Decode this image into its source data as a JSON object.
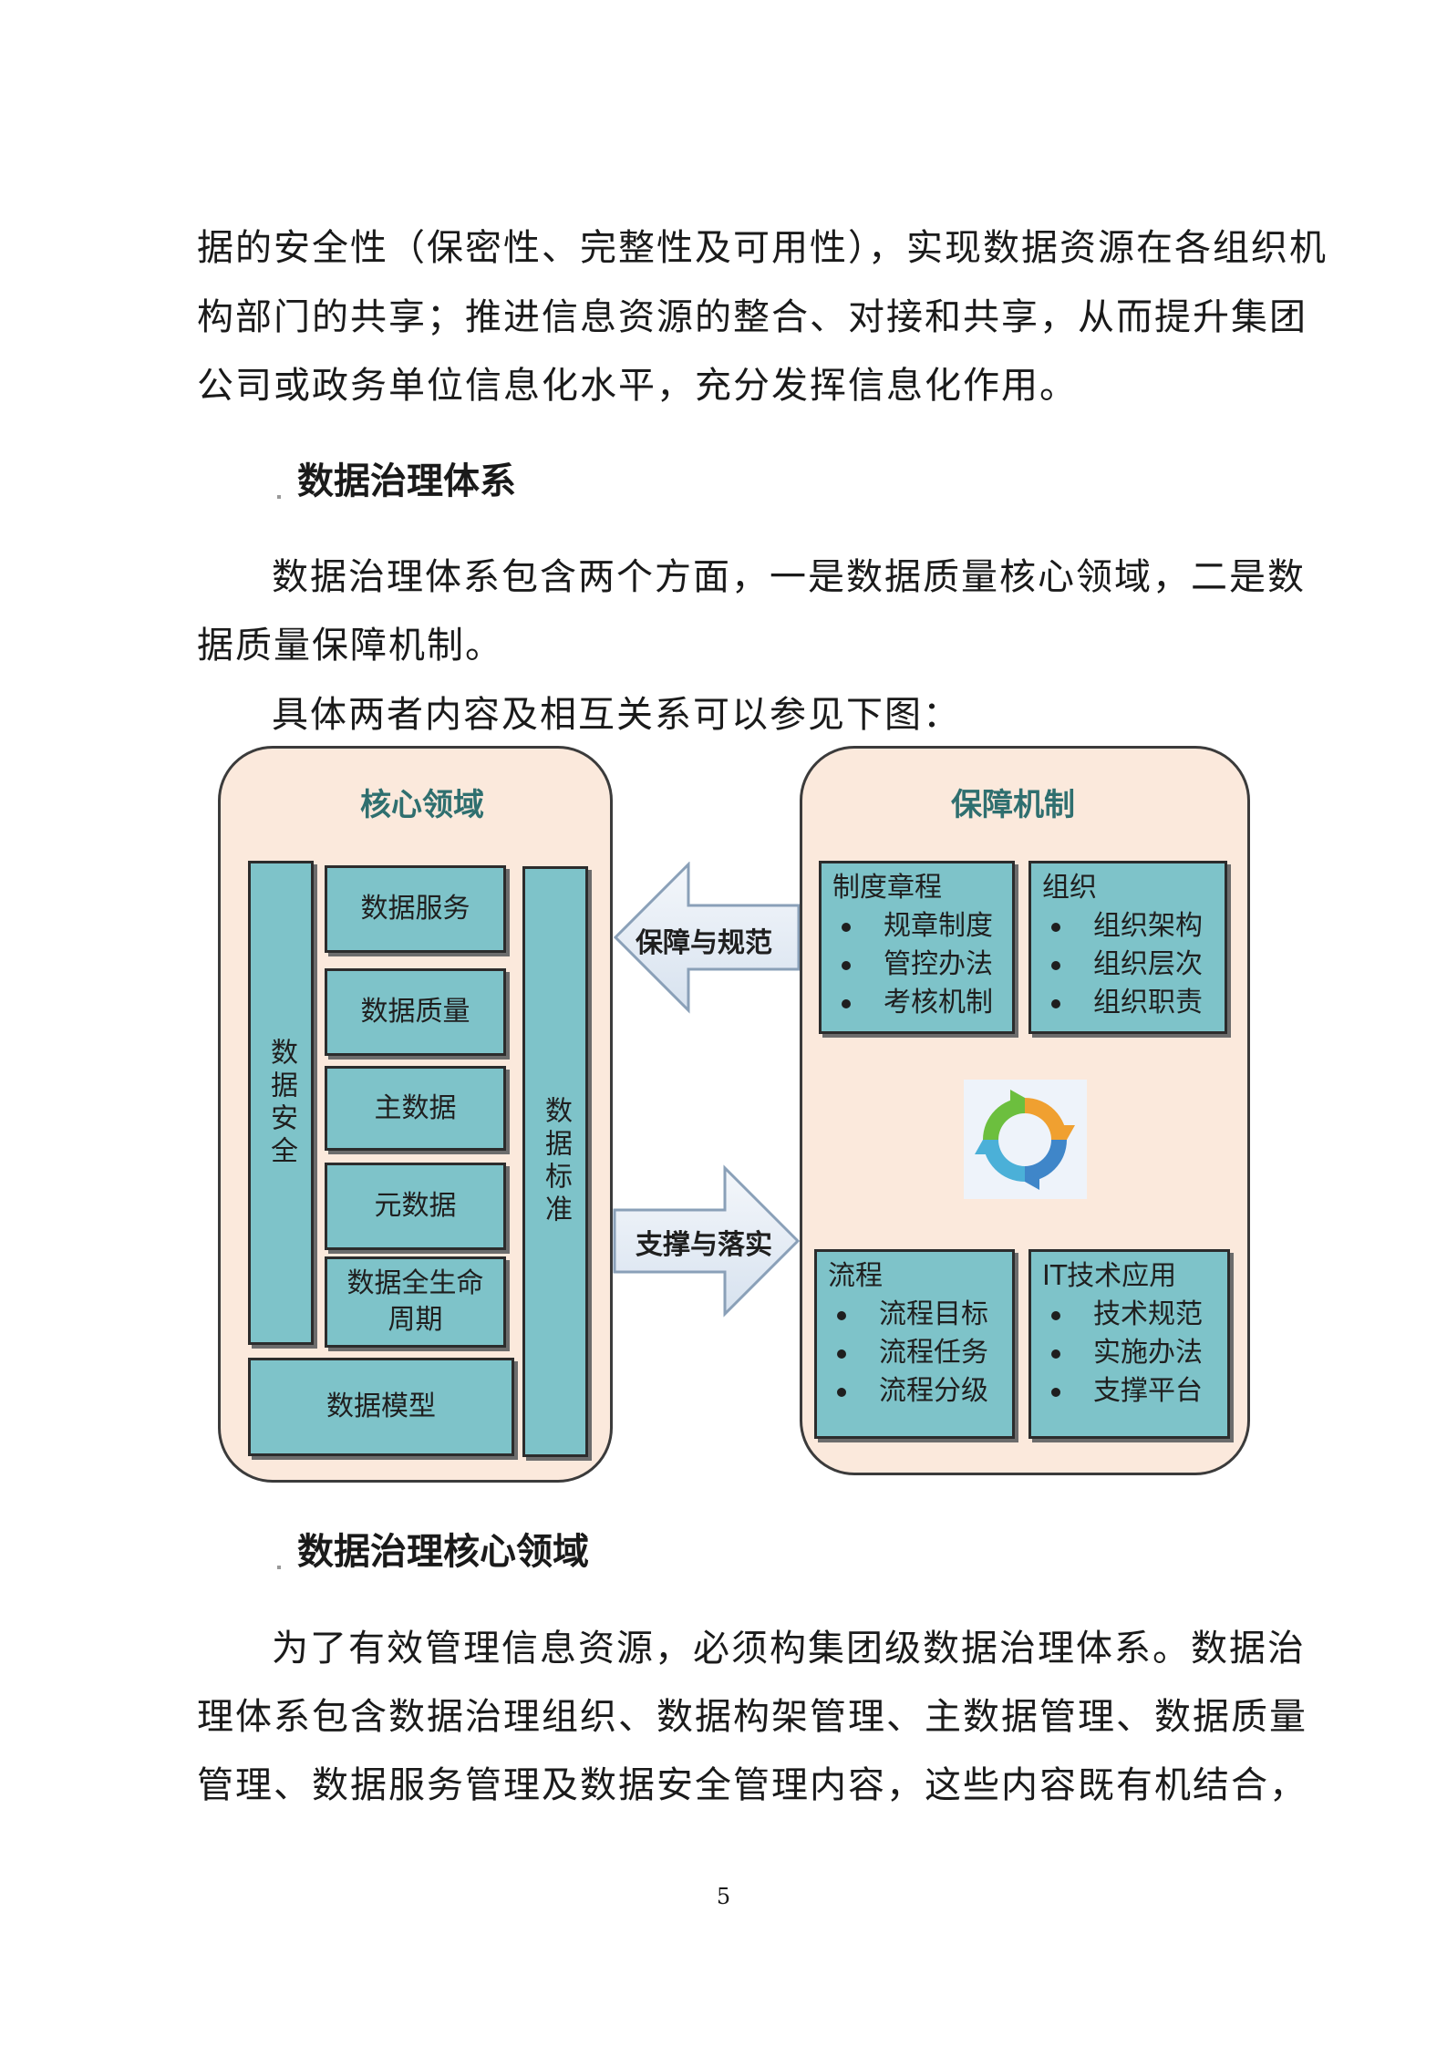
{
  "paragraph_1": [
    "据的安全性（保密性、完整性及可用性），实现数据资源在各组织机",
    "构部门的共享；推进信息资源的整合、对接和共享，从而提升集团",
    "公司或政务单位信息化水平，充分发挥信息化作用。"
  ],
  "heading_1": "数据治理体系",
  "paragraph_2": [
    "数据治理体系包含两个方面，一是数据质量核心领域，二是数",
    "据质量保障机制。"
  ],
  "paragraph_3": "具体两者内容及相互关系可以参见下图：",
  "diagram": {
    "core": {
      "title": "核心领域",
      "security": "数据安全",
      "standard": "数据标准",
      "items": [
        "数据服务",
        "数据质量",
        "主数据",
        "元数据",
        "数据全生命周期"
      ],
      "model": "数据模型"
    },
    "arrow_left": "保障与规范",
    "arrow_right": "支撑与落实",
    "guarantee": {
      "title": "保障机制",
      "boxes": [
        {
          "title": "制度章程",
          "items": [
            "规章制度",
            "管控办法",
            "考核机制"
          ]
        },
        {
          "title": "组织",
          "items": [
            "组织架构",
            "组织层次",
            "组织职责"
          ]
        },
        {
          "title": "流程",
          "items": [
            "流程目标",
            "流程任务",
            "流程分级"
          ]
        },
        {
          "title": "IT技术应用",
          "items": [
            "技术规范",
            "实施办法",
            "支撑平台"
          ]
        }
      ],
      "cycle_icon": "cycle-arrows-icon"
    }
  },
  "heading_2": "数据治理核心领域",
  "paragraph_4": [
    "为了有效管理信息资源，必须构集团级数据治理体系。数据治",
    "理体系包含数据治理组织、数据构架管理、主数据管理、数据质量",
    "管理、数据服务管理及数据安全管理内容，这些内容既有机结合，"
  ],
  "page_number": "5"
}
